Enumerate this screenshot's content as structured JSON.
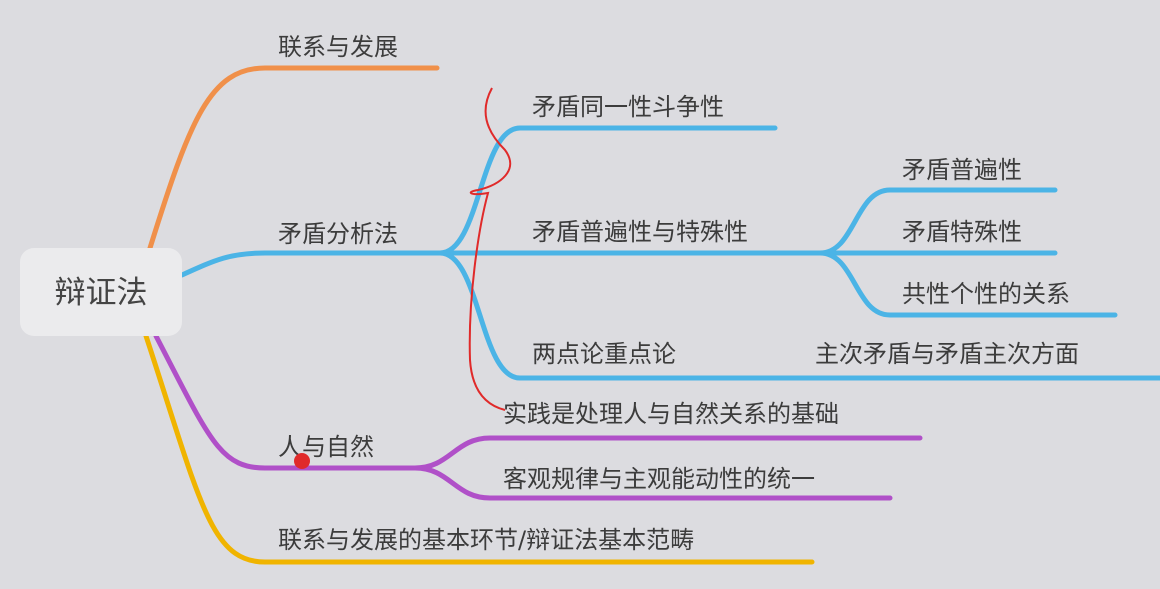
{
  "root": {
    "label": "辩证法"
  },
  "branches": {
    "b1": {
      "label": "联系与发展",
      "color": "#f0904a"
    },
    "b2": {
      "label": "矛盾分析法",
      "color": "#4bb4e6",
      "children": [
        {
          "label": "矛盾同一性斗争性"
        },
        {
          "label": "矛盾普遍性与特殊性",
          "children": [
            {
              "label": "矛盾普遍性"
            },
            {
              "label": "矛盾特殊性"
            },
            {
              "label": "共性个性的关系"
            }
          ]
        },
        {
          "label": "两点论重点论",
          "children": [
            {
              "label": "主次矛盾与矛盾主次方面"
            }
          ]
        }
      ]
    },
    "b3": {
      "label": "人与自然",
      "color": "#b050c8",
      "children": [
        {
          "label": "实践是处理人与自然关系的基础"
        },
        {
          "label": "客观规律与主观能动性的统一"
        }
      ]
    },
    "b4": {
      "label": "联系与发展的基本环节/辩证法基本范畴",
      "color": "#f0b400"
    }
  },
  "annotation_color": "#e02a2a"
}
